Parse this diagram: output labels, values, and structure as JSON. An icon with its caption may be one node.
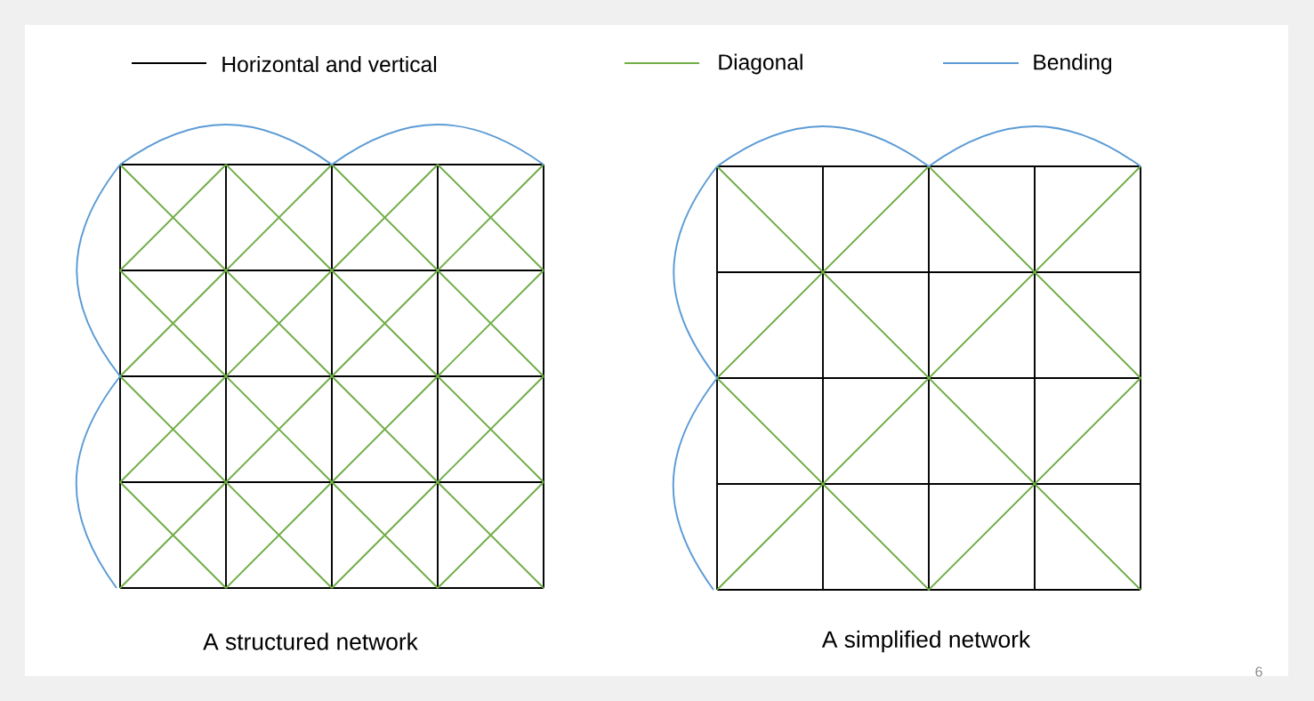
{
  "diagram": {
    "labels": [
      "A structured network",
      "A simplified network",
      "6"
    ],
    "legend": [
      {
        "text": "Horizontal and vertical"
      },
      {
        "text": "Diagonal"
      },
      {
        "text": "Bending"
      }
    ]
  }
}
